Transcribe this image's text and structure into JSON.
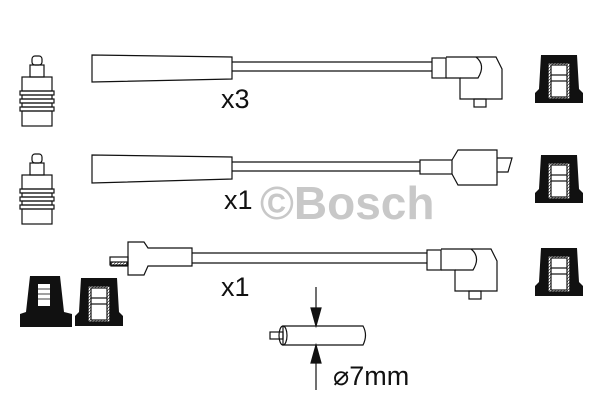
{
  "diagram": {
    "rows": [
      {
        "quantity_label": "x3"
      },
      {
        "quantity_label": "x1"
      },
      {
        "quantity_label": "x1"
      }
    ],
    "cable_diameter_label": "⌀7mm",
    "watermark": "©Bosch",
    "colors": {
      "line": "#111111",
      "watermark": "#c8c8c8",
      "background": "#ffffff"
    }
  }
}
